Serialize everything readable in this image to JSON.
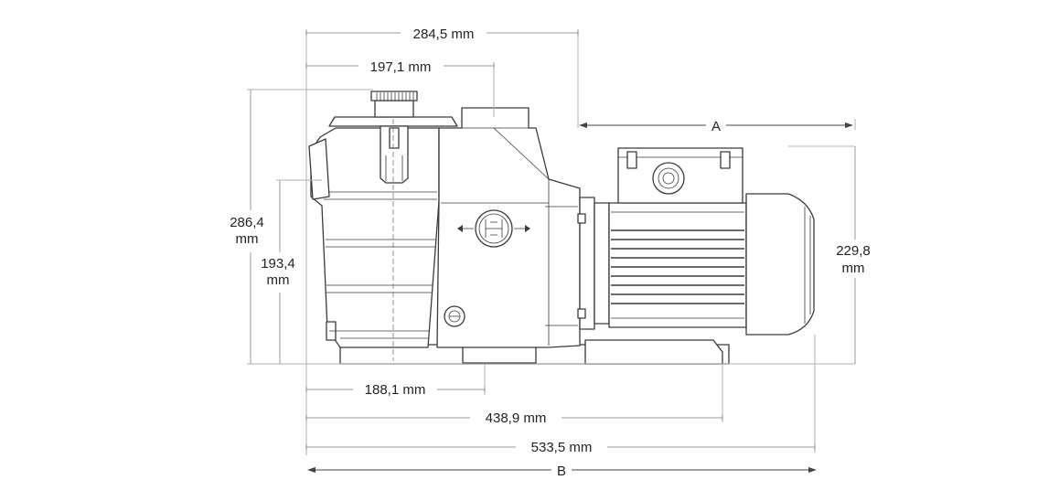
{
  "dimensions": {
    "top_overall": "284,5 mm",
    "top_inner": "197,1 mm",
    "motor_span": "A",
    "left_total_value": "286,4",
    "left_total_unit": "mm",
    "left_inner_value": "193,4",
    "left_inner_unit": "mm",
    "right_height_value": "229,8",
    "right_height_unit": "mm",
    "bottom_first": "188,1 mm",
    "bottom_second": "438,9 mm",
    "bottom_third": "533,5 mm",
    "bottom_overall": "B"
  },
  "colors": {
    "outline": "#3a3a3a",
    "dimension_line": "#9a9a9a",
    "text": "#222222"
  }
}
